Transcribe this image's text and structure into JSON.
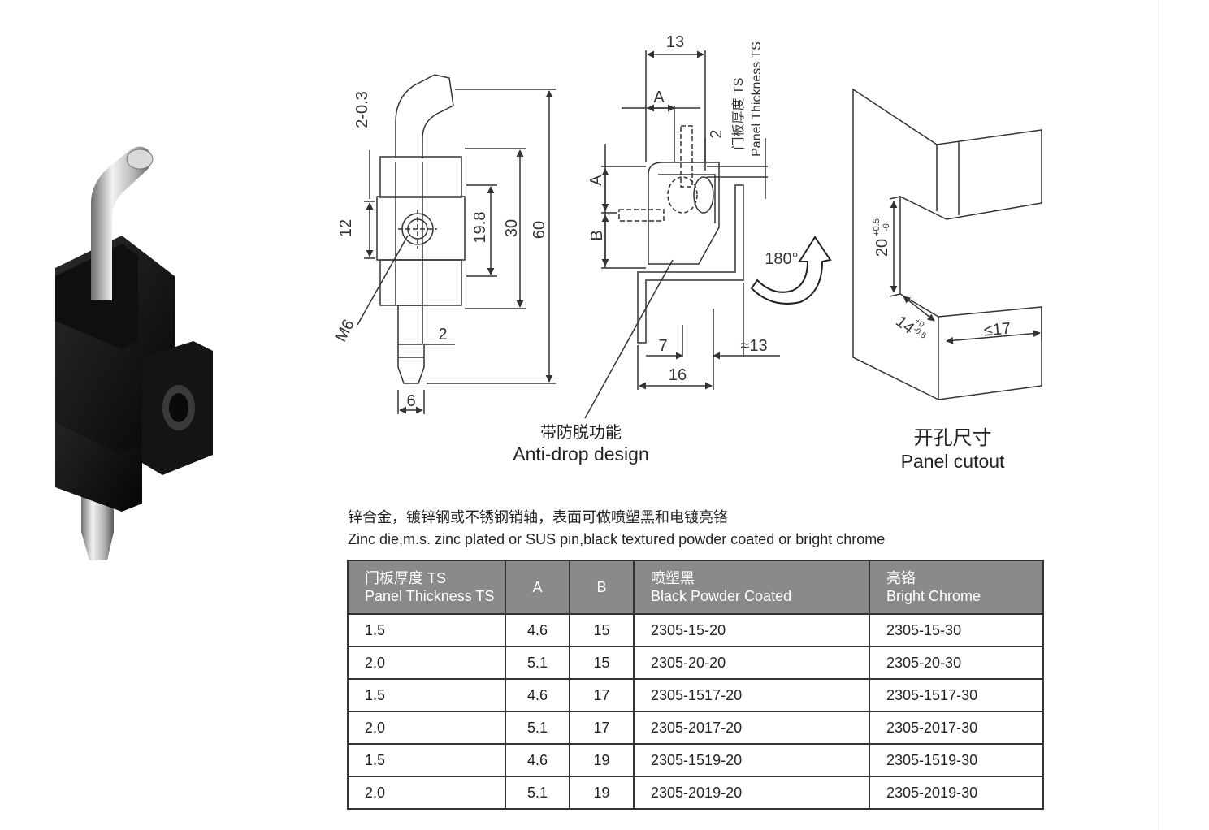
{
  "drawing": {
    "front_dims": {
      "d_2_03": "2-0.3",
      "d_12": "12",
      "d_198": "19.8",
      "d_30": "30",
      "d_60": "60",
      "d_m6": "M6",
      "d_2": "2",
      "d_6": "6"
    },
    "side_dims": {
      "d_13": "13",
      "d_a": "A",
      "d_a_left": "A",
      "d_b_left": "B",
      "d_2": "2",
      "ts_cn": "门板厚度 TS",
      "ts_en": "Panel Thickness TS",
      "d_7": "7",
      "d_16": "16",
      "d_approx13": "≈13",
      "rotation": "180°"
    },
    "cutout_dims": {
      "d_20": "20",
      "d_20_tol_plus": "+0.5",
      "d_20_tol_minus": "-0",
      "d_14": "14",
      "d_14_tol_plus": "+0",
      "d_14_tol_minus": "-0.5",
      "d_le17": "≤17"
    },
    "anti_drop": {
      "cn": "带防脱功能",
      "en": "Anti-drop design"
    },
    "cutout_caption": {
      "cn": "开孔尺寸",
      "en": "Panel cutout"
    }
  },
  "material": {
    "cn": "锌合金，镀锌钢或不锈钢销轴，表面可做喷塑黑和电镀亮铬",
    "en": "Zinc die,m.s. zinc plated or SUS pin,black textured powder coated or bright chrome"
  },
  "table": {
    "headers": {
      "ts_cn": "门板厚度 TS",
      "ts_en": "Panel Thickness TS",
      "a": "A",
      "b": "B",
      "black_cn": "喷塑黑",
      "black_en": "Black  Powder Coated",
      "chrome_cn": "亮铬",
      "chrome_en": "Bright Chrome"
    },
    "rows": [
      {
        "ts": "1.5",
        "a": "4.6",
        "b": "15",
        "black": "2305-15-20",
        "chrome": "2305-15-30"
      },
      {
        "ts": "2.0",
        "a": "5.1",
        "b": "15",
        "black": "2305-20-20",
        "chrome": "2305-20-30"
      },
      {
        "ts": "1.5",
        "a": "4.6",
        "b": "17",
        "black": "2305-1517-20",
        "chrome": "2305-1517-30"
      },
      {
        "ts": "2.0",
        "a": "5.1",
        "b": "17",
        "black": "2305-2017-20",
        "chrome": "2305-2017-30"
      },
      {
        "ts": "1.5",
        "a": "4.6",
        "b": "19",
        "black": "2305-1519-20",
        "chrome": "2305-1519-30"
      },
      {
        "ts": "2.0",
        "a": "5.1",
        "b": "19",
        "black": "2305-2019-20",
        "chrome": "2305-2019-30"
      }
    ]
  }
}
